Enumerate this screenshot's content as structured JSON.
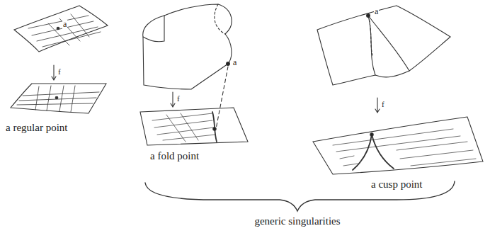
{
  "diagram": {
    "labels": [
      "a",
      "f",
      "a regular point",
      "a",
      "f",
      "a fold point",
      "a",
      "f",
      "a cusp point",
      "generic singularities"
    ]
  }
}
